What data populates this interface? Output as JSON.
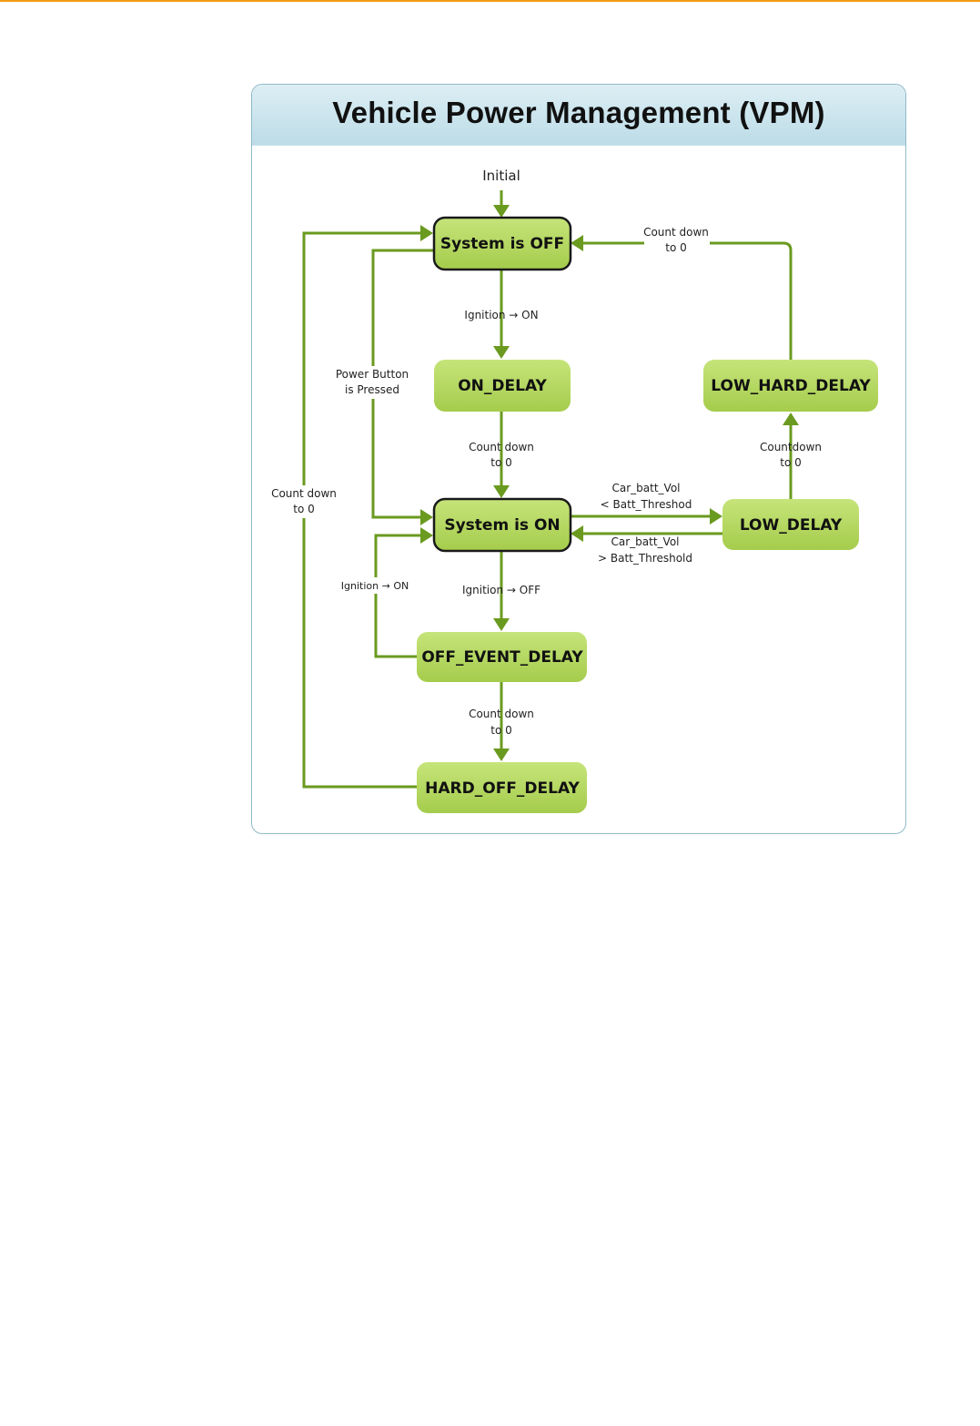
{
  "title": "Vehicle Power Management (VPM)",
  "colors": {
    "accent_rule": "#f39c12",
    "state_fill": "#b4d860",
    "edge": "#6a9a1f"
  },
  "initial_label": "Initial",
  "states": {
    "sys_off": "System is OFF",
    "on_delay": "ON_DELAY",
    "sys_on": "System is ON",
    "off_event_delay": "OFF_EVENT_DELAY",
    "hard_off_delay": "HARD_OFF_DELAY",
    "low_delay": "LOW_DELAY",
    "low_hard_delay": "LOW_HARD_DELAY"
  },
  "transitions": {
    "ignition_on_1": "Ignition → ON",
    "countdown_on_delay": [
      "Count down",
      "to 0"
    ],
    "ignition_off": "Ignition → OFF",
    "countdown_off_event": [
      "Count down",
      "to 0"
    ],
    "power_button": [
      "Power Button",
      "is Pressed"
    ],
    "countdown_hard_off": [
      "Count down",
      "to 0"
    ],
    "ignition_on_2": "Ignition → ON",
    "batt_low": [
      "Car_batt_Vol",
      "< Batt_Threshod"
    ],
    "batt_high": [
      "Car_batt_Vol",
      "> Batt_Threshold"
    ],
    "countdown_low": [
      "Countdown",
      "to 0"
    ],
    "countdown_low_hard": [
      "Count down",
      "to 0"
    ]
  }
}
